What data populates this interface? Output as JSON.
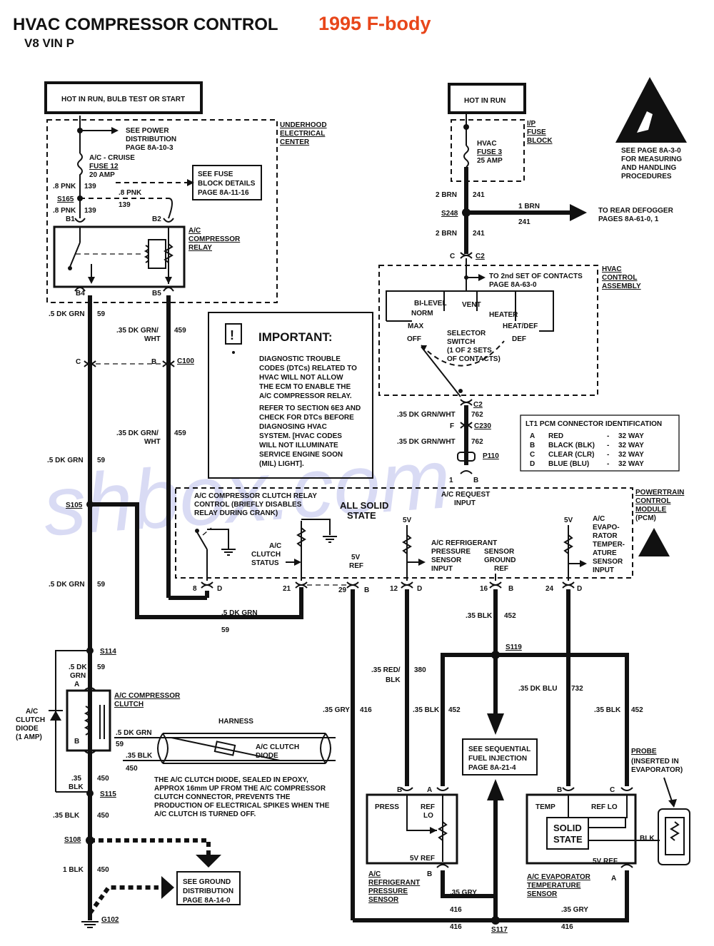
{
  "title": {
    "main": "HVAC COMPRESSOR CONTROL",
    "engine": "V8 VIN P",
    "model": "1995 F-body",
    "model_color": "#e8461a"
  },
  "watermark": "shbox.com",
  "power_left": {
    "label": "HOT IN RUN, BULB TEST OR START"
  },
  "power_right": {
    "label": "HOT IN RUN"
  },
  "underhood": {
    "line1": "UNDERHOOD",
    "line2": "ELECTRICAL",
    "line3": "CENTER"
  },
  "ip_fuse": {
    "line1": "I/P",
    "line2": "FUSE",
    "line3": "BLOCK"
  },
  "power_dist": {
    "line1": "SEE POWER",
    "line2": "DISTRIBUTION",
    "line3": "PAGE 8A-10-3"
  },
  "fuse12": {
    "line1": "A/C - CRUISE",
    "line2": "FUSE 12",
    "line3": "20 AMP"
  },
  "fuse_block": {
    "line1": "SEE FUSE",
    "line2": "BLOCK DETAILS",
    "line3": "PAGE 8A-11-16"
  },
  "fuse3": {
    "line1": "HVAC",
    "line2": "FUSE 3",
    "line3": "25 AMP"
  },
  "esd": {
    "line1": "SEE PAGE 8A-3-0",
    "line2": "FOR MEASURING",
    "line3": "AND HANDLING",
    "line4": "PROCEDURES"
  },
  "defogger": {
    "line1": "TO REAR DEFOGGER",
    "line2": "PAGES 8A-61-0, 1"
  },
  "relay": {
    "line1": "A/C",
    "line2": "COMPRESSOR",
    "line3": "RELAY"
  },
  "hvac_ctrl": {
    "line1": "HVAC",
    "line2": "CONTROL",
    "line3": "ASSEMBLY"
  },
  "second_contacts": {
    "line1": "TO 2nd SET OF CONTACTS",
    "line2": "PAGE 8A-63-0"
  },
  "selector": {
    "line1": "SELECTOR",
    "line2": "SWITCH",
    "line3": "(1 OF 2 SETS",
    "line4": "OF CONTACTS)",
    "bilevel": "BI-LEVEL",
    "norm": "NORM",
    "max": "MAX",
    "off": "OFF",
    "vent": "VENT",
    "heater": "HEATER",
    "heatdef": "HEAT/DEF",
    "def": "DEF"
  },
  "important": {
    "heading": "IMPORTANT:",
    "p1": [
      "DIAGNOSTIC TROUBLE",
      "CODES (DTCs) RELATED TO",
      "HVAC WILL NOT ALLOW",
      "THE ECM TO ENABLE THE",
      "A/C COMPRESSOR RELAY."
    ],
    "p2": [
      "REFER TO SECTION 6E3 AND",
      "CHECK FOR DTCs BEFORE",
      "DIAGNOSING HVAC",
      "SYSTEM.  [HVAC CODES",
      "WILL NOT ILLUMINATE",
      "SERVICE ENGINE SOON",
      "(MIL) LIGHT]."
    ]
  },
  "lt1": {
    "title": "LT1  PCM CONNECTOR IDENTIFICATION",
    "rows": [
      {
        "pin": "A",
        "color": "RED",
        "ways": "32 WAY"
      },
      {
        "pin": "B",
        "color": "BLACK (BLK)",
        "ways": "32 WAY"
      },
      {
        "pin": "C",
        "color": "CLEAR (CLR)",
        "ways": "32 WAY"
      },
      {
        "pin": "D",
        "color": "BLUE (BLU)",
        "ways": "32 WAY"
      }
    ]
  },
  "pcm": {
    "label1": "POWERTRAIN",
    "label2": "CONTROL",
    "label3": "MODULE",
    "label4": "(PCM)",
    "solid1": "ALL SOLID",
    "solid2": "STATE",
    "clutch_relay": [
      "A/C COMPRESSOR CLUTCH RELAY",
      "CONTROL (BRIEFLY DISABLES",
      "RELAY DURING CRANK)"
    ],
    "clutch_status": [
      "A/C",
      "CLUTCH",
      "STATUS"
    ],
    "ref5v": [
      "5V",
      "REF"
    ],
    "refrig_input": [
      "A/C REFRIGERANT",
      "PRESSURE",
      "SENSOR",
      "INPUT"
    ],
    "sensor_gnd": [
      "SENSOR",
      "GROUND",
      "REF"
    ],
    "evap_input": [
      "A/C",
      "EVAPO-",
      "RATOR",
      "TEMPER-",
      "ATURE",
      "SENSOR",
      "INPUT"
    ],
    "request": [
      "A/C REQUEST",
      "INPUT"
    ],
    "five_v": "5V"
  },
  "wires": {
    "pnk_top": ".8 PNK",
    "c139": "139",
    "s165": "S165",
    "pnk2": ".8 PNK",
    "pnk3": ".8 PNK",
    "b1": "B1",
    "b2": "B2",
    "b4": "B4",
    "b5": "B5",
    "dkgrn": ".5 DK GRN",
    "c59": "59",
    "dkgrnwht": ".35 DK GRN/",
    "wht": "WHT",
    "c459": "459",
    "c100": "C100",
    "pinC": "C",
    "pinB": "B",
    "s105": "S105",
    "s114": "S114",
    "s115": "S115",
    "s108": "S108",
    "g102": "G102",
    "dk": ".5 DK",
    "grn": "GRN",
    "blk35": ".35",
    "blk": "BLK",
    "c450": "450",
    "blk35full": ".35 BLK",
    "blk1": "1 BLK",
    "brn2": "2 BRN",
    "c241": "241",
    "s248": "S248",
    "brn1": "1 BRN",
    "c2": "C2",
    "grnwht762": ".35 DK GRN/WHT",
    "c762": "762",
    "c230": "C230",
    "p110": "P110",
    "pinF": "F",
    "pin1": "1",
    "pin8": "8",
    "pinD": "D",
    "pin21": "21",
    "pin29": "29",
    "pin12": "12",
    "pin16": "16",
    "pin24": "24",
    "s119": "S119",
    "c452": "452",
    "blk452": ".35 BLK",
    "redblk1": ".35 RED/",
    "redblk2": "BLK",
    "c380": "380",
    "dkblu": ".35  DK BLU",
    "c732": "732",
    "gry": ".35 GRY",
    "c416": "416",
    "s117": "S117",
    "pinA": "A"
  },
  "clutch": {
    "line1": "A/C COMPRESSOR",
    "line2": "CLUTCH"
  },
  "diode": {
    "line1": "A/C",
    "line2": "CLUTCH",
    "line3": "DIODE",
    "line4": "(1 AMP)"
  },
  "harness": {
    "label": "HARNESS",
    "diode1": "A/C CLUTCH",
    "diode2": "DIODE"
  },
  "diode_note": [
    "THE A/C CLUTCH DIODE, SEALED IN EPOXY,",
    "APPROX 16mm UP FROM THE A/C COMPRESSOR",
    "CLUTCH CONNECTOR, PREVENTS THE",
    "PRODUCTION OF ELECTRICAL SPIKES WHEN THE",
    "A/C CLUTCH IS TURNED OFF."
  ],
  "ground": {
    "line1": "SEE GROUND",
    "line2": "DISTRIBUTION",
    "line3": "PAGE 8A-14-0"
  },
  "sfi": {
    "line1": "SEE SEQUENTIAL",
    "line2": "FUEL INJECTION",
    "line3": "PAGE 8A-21-4"
  },
  "pressure_sensor": {
    "press": "PRESS",
    "ref": "REF",
    "lo": "LO",
    "v5ref": "5V REF",
    "name": [
      "A/C",
      "REFRIGERANT",
      "PRESSURE",
      "SENSOR"
    ]
  },
  "evap_sensor": {
    "temp": "TEMP",
    "reflo": "REF LO",
    "solid": [
      "SOLID",
      "STATE"
    ],
    "v5ref": "5V REF",
    "name": [
      "A/C EVAPORATOR",
      "TEMPERATURE",
      "SENSOR"
    ]
  },
  "probe": {
    "line1": "PROBE",
    "line2": "(INSERTED IN",
    "line3": "EVAPORATOR)",
    "blk": "BLK"
  }
}
